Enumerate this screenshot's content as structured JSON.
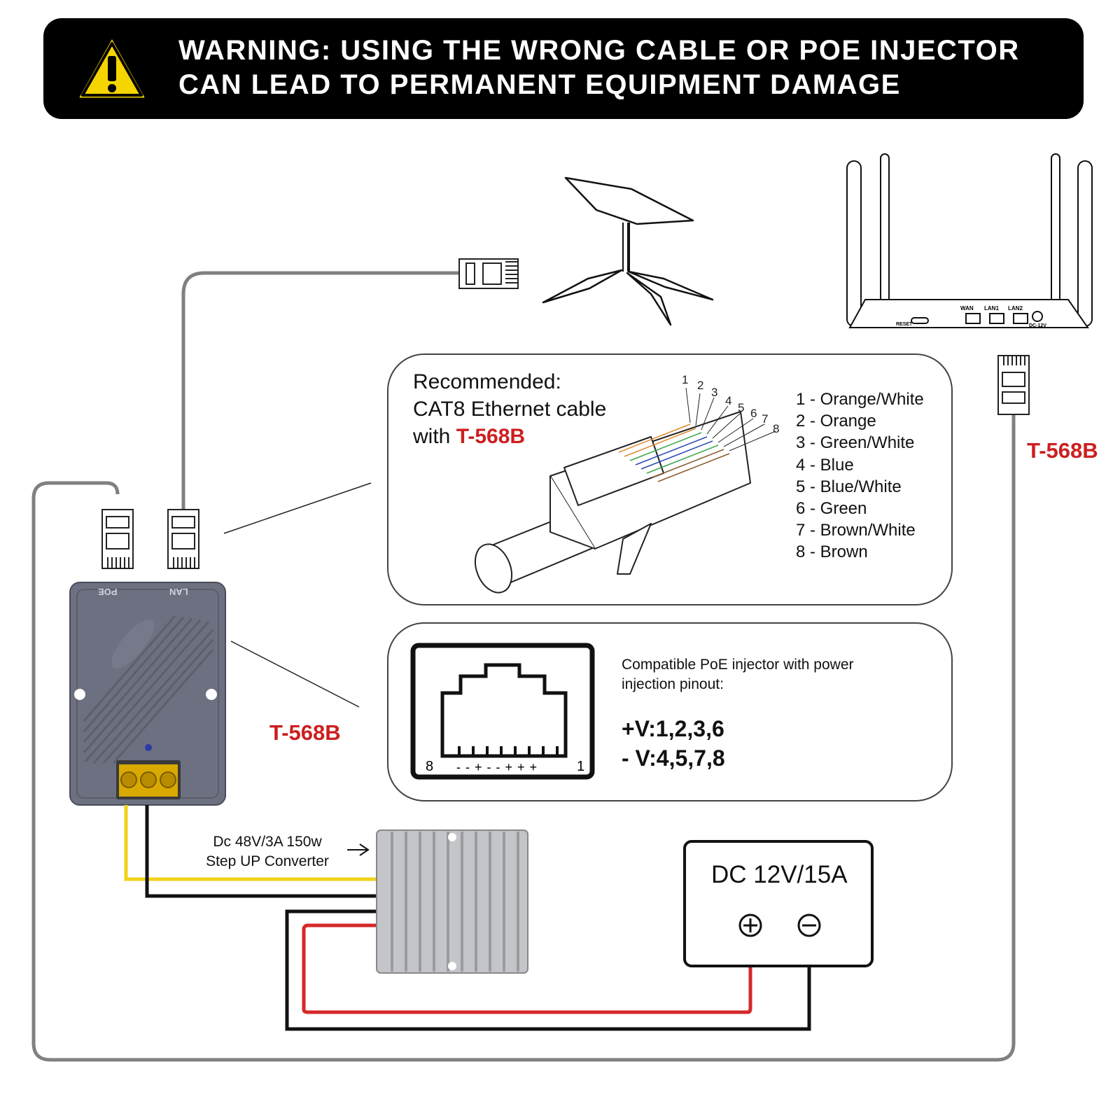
{
  "warning": {
    "line1": "WARNING: USING THE WRONG CABLE OR POE INJECTOR",
    "line2": "CAN LEAD TO PERMANENT EQUIPMENT DAMAGE",
    "icon": "warning-triangle-icon",
    "banner_color": "#000000",
    "icon_color": "#f5d400"
  },
  "cable_box": {
    "line1": "Recommended:",
    "line2": "CAT8 Ethernet cable",
    "line3_prefix": "with ",
    "standard": "T-568B",
    "connector_pin_numbers": [
      "1",
      "2",
      "3",
      "4",
      "5",
      "6",
      "7",
      "8"
    ],
    "pins": [
      "1 - Orange/White",
      "2 - Orange",
      "3 - Green/White",
      "4 - Blue",
      "5 - Blue/White",
      "6 - Green",
      "7 - Brown/White",
      "8 - Brown"
    ]
  },
  "poe_box": {
    "description_line1": "Compatible PoE injector with power",
    "description_line2": "injection pinout:",
    "positive": "+V:1,2,3,6",
    "negative": "- V:4,5,7,8",
    "jack_pin_left": "8",
    "jack_pin_right": "1",
    "jack_polarity": "- - + - - + + +"
  },
  "labels": {
    "lan_standard": "T-568B",
    "router_standard": "T-568B",
    "accent_color": "#cc1f1f"
  },
  "injector": {
    "poe_port": "POE",
    "lan_port": "LAN"
  },
  "router": {
    "ports": [
      "WAN",
      "LAN1",
      "LAN2",
      "DC-12V"
    ],
    "reset": "RESET"
  },
  "converter": {
    "line1": "Dc 48V/3A 150w",
    "line2": "Step UP Converter"
  },
  "power_supply": {
    "label": "DC 12V/15A"
  },
  "wire_colors": {
    "ethernet": "#808080",
    "positive_out": "#f2d21a",
    "negative": "#111111",
    "positive_in": "#d62828"
  }
}
